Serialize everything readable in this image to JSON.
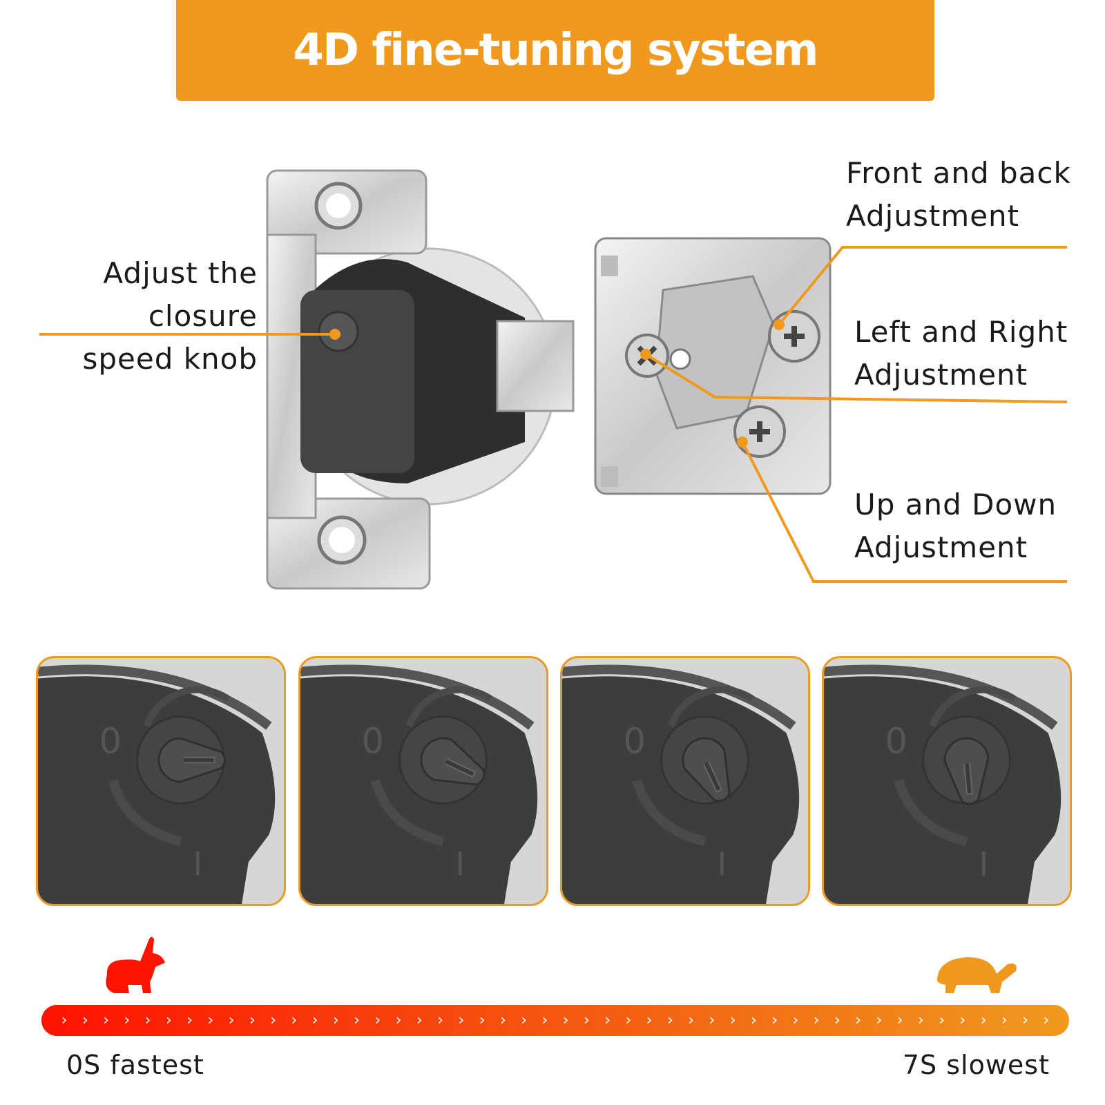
{
  "title": "4D fine-tuning system",
  "labels": {
    "closure_knob": [
      "Adjust the closure",
      "speed knob"
    ],
    "front_back": [
      "Front and back",
      "Adjustment"
    ],
    "left_right": [
      "Left and Right",
      "Adjustment"
    ],
    "up_down": [
      "Up and Down",
      "Adjustment"
    ]
  },
  "knob_panels": [
    {
      "setting": "fastest",
      "dial_angle_deg": 180
    },
    {
      "setting": "fast",
      "dial_angle_deg": 205
    },
    {
      "setting": "slow",
      "dial_angle_deg": 245
    },
    {
      "setting": "slowest",
      "dial_angle_deg": 265
    }
  ],
  "dial_marks": {
    "zero": "0",
    "one": "I"
  },
  "speed_scale": {
    "min_label": "0S fastest",
    "max_label": "7S slowest",
    "fast_icon": "rabbit-icon",
    "slow_icon": "turtle-icon",
    "chevron": "›",
    "chevron_count": 48
  },
  "colors": {
    "accent": "#ef9a1e",
    "fast": "#ff1200",
    "knob": "#3d3d3d"
  }
}
